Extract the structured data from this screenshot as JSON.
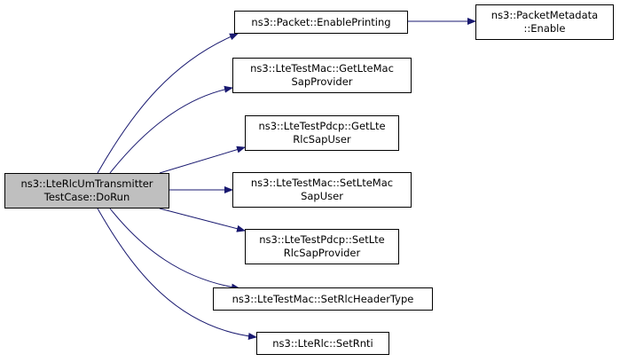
{
  "root": {
    "id": "dorun",
    "label": "ns3::LteRlcUmTransmitter\nTestCase::DoRun"
  },
  "nodes": [
    {
      "id": "enable-printing",
      "label": "ns3::Packet::EnablePrinting"
    },
    {
      "id": "metadata-enable",
      "label": "ns3::PacketMetadata\n::Enable"
    },
    {
      "id": "get-lte-mac-sap-provider",
      "label": "ns3::LteTestMac::GetLteMac\nSapProvider"
    },
    {
      "id": "get-lte-rlc-sap-user",
      "label": "ns3::LteTestPdcp::GetLte\nRlcSapUser"
    },
    {
      "id": "set-lte-mac-sap-user",
      "label": "ns3::LteTestMac::SetLteMac\nSapUser"
    },
    {
      "id": "set-lte-rlc-sap-provider",
      "label": "ns3::LteTestPdcp::SetLte\nRlcSapProvider"
    },
    {
      "id": "set-rlc-header-type",
      "label": "ns3::LteTestMac::SetRlcHeaderType"
    },
    {
      "id": "set-rnti",
      "label": "ns3::LteRlc::SetRnti"
    }
  ],
  "edges": [
    {
      "from": "dorun",
      "to": "enable-printing"
    },
    {
      "from": "enable-printing",
      "to": "metadata-enable"
    },
    {
      "from": "dorun",
      "to": "get-lte-mac-sap-provider"
    },
    {
      "from": "dorun",
      "to": "get-lte-rlc-sap-user"
    },
    {
      "from": "dorun",
      "to": "set-lte-mac-sap-user"
    },
    {
      "from": "dorun",
      "to": "set-lte-rlc-sap-provider"
    },
    {
      "from": "dorun",
      "to": "set-rlc-header-type"
    },
    {
      "from": "dorun",
      "to": "set-rnti"
    }
  ],
  "colors": {
    "edge": "#191970",
    "root_fill": "#bfbfbf",
    "node_fill": "#ffffff",
    "border": "#000000"
  }
}
